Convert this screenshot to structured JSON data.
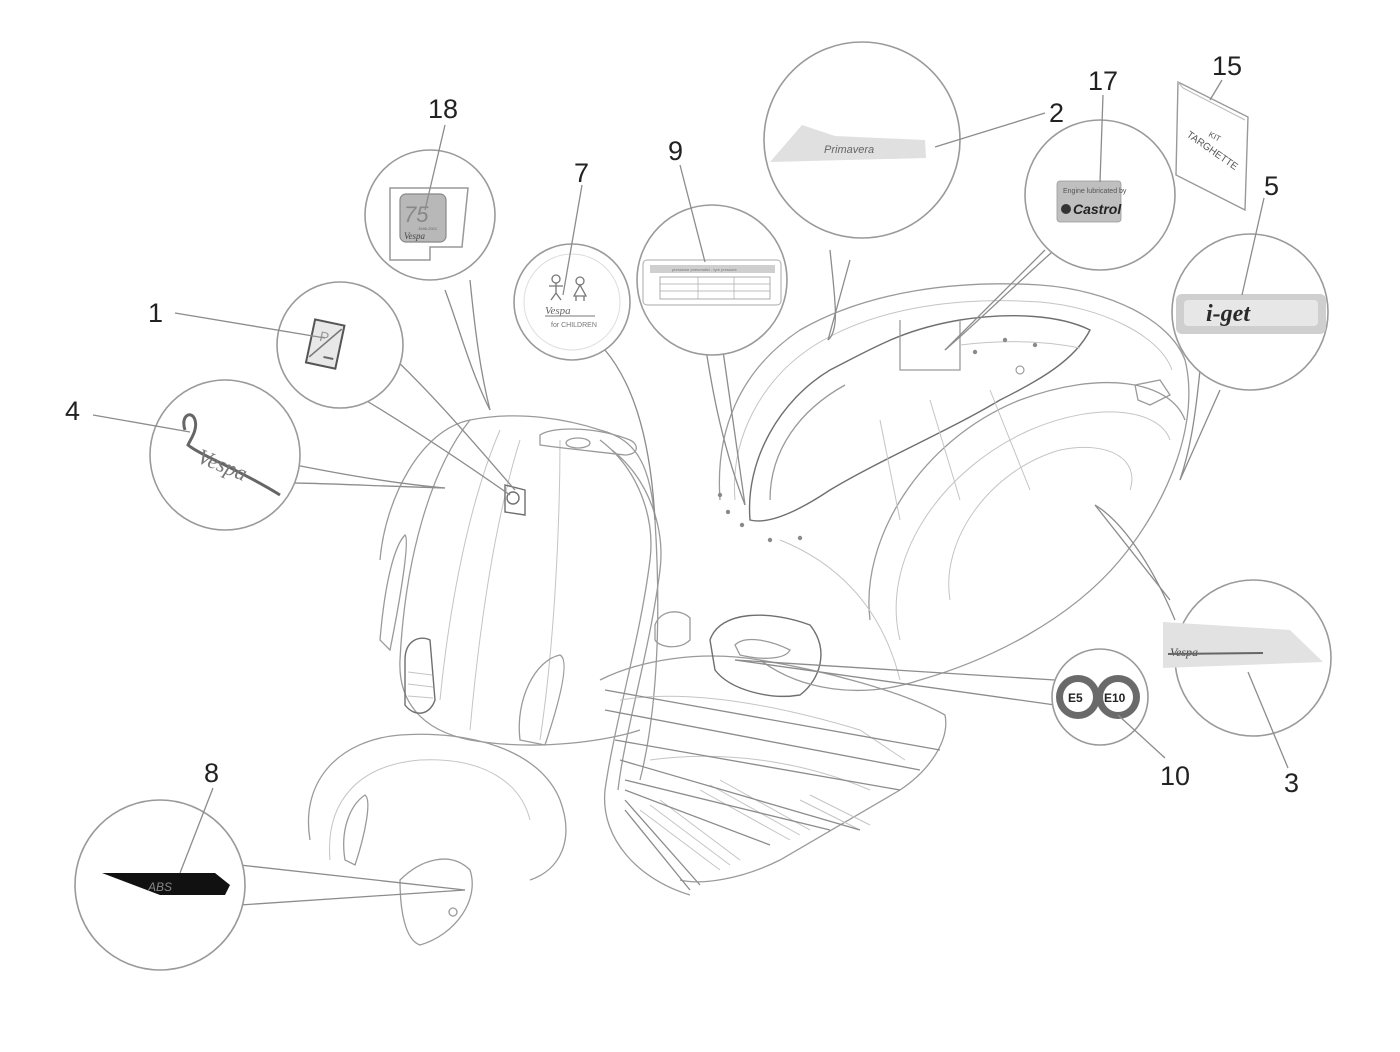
{
  "diagram": {
    "title": "Decals / Plates - exploded parts view",
    "colors": {
      "line": "#9a9a9a",
      "number": "#222222",
      "badge_ring": "#6a6a6a",
      "sticker_grey": "#dcdcdc",
      "abs_black": "#111111"
    },
    "callouts": [
      {
        "id": "1",
        "part": "piaggio-plate"
      },
      {
        "id": "2",
        "part": "primavera-stripe-decal"
      },
      {
        "id": "3",
        "part": "vespa-side-stripe-decal"
      },
      {
        "id": "4",
        "part": "vespa-script-badge"
      },
      {
        "id": "5",
        "part": "i-get-badge"
      },
      {
        "id": "7",
        "part": "vespa-for-children-sticker"
      },
      {
        "id": "8",
        "part": "abs-decal"
      },
      {
        "id": "9",
        "part": "tyre-pressure-label"
      },
      {
        "id": "10",
        "part": "fuel-e5-e10-label"
      },
      {
        "id": "15",
        "part": "kit-targhette-bag"
      },
      {
        "id": "17",
        "part": "castrol-label"
      },
      {
        "id": "18",
        "part": "75-years-badge"
      }
    ],
    "labels": {
      "abs": "ABS",
      "e5": "E5",
      "e10": "E10",
      "castrol_top": "Engine lubricated by",
      "castrol_brand": "Castrol",
      "kit_line1": "KIT",
      "kit_line2": "TARGHETTE",
      "children_script": "Vespa",
      "children_sub": "for CHILDREN",
      "vespa_script": "Vespa",
      "primavera": "Primavera",
      "iget": "i-get",
      "badge75": "75",
      "badge75_years": "1946-2021",
      "badge75_brand": "Vespa",
      "tyre_title": "pressione pneumatici - tyre pressure"
    }
  }
}
